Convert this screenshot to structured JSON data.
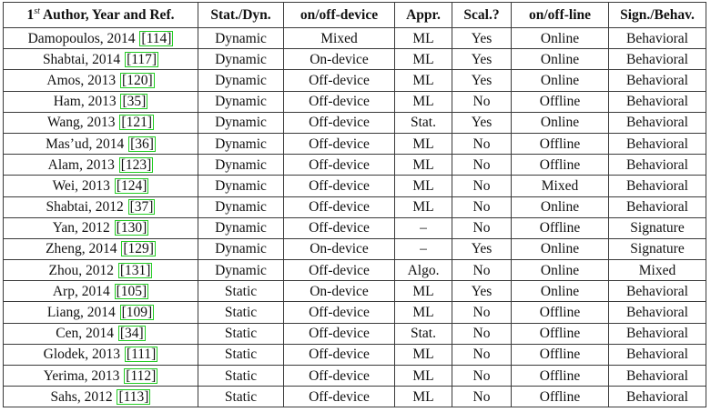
{
  "table": {
    "headers": [
      {
        "sup": "st",
        "pre": "1",
        "text": " Author, Year and Ref."
      },
      {
        "text": "Stat./Dyn."
      },
      {
        "text": "on/off-device"
      },
      {
        "text": "Appr."
      },
      {
        "text": "Scal.?"
      },
      {
        "text": "on/off-line"
      },
      {
        "text": "Sign./Behav."
      }
    ],
    "rows": [
      {
        "author": "Damopoulos, 2014",
        "ref": "[114]",
        "dyn": "Dynamic",
        "device": "Mixed",
        "appr": "ML",
        "scal": "Yes",
        "line": "Online",
        "sign": "Behavioral"
      },
      {
        "author": "Shabtai, 2014",
        "ref": "[117]",
        "dyn": "Dynamic",
        "device": "On-device",
        "appr": "ML",
        "scal": "Yes",
        "line": "Online",
        "sign": "Behavioral"
      },
      {
        "author": "Amos, 2013",
        "ref": "[120]",
        "dyn": "Dynamic",
        "device": "Off-device",
        "appr": "ML",
        "scal": "Yes",
        "line": "Online",
        "sign": "Behavioral"
      },
      {
        "author": "Ham, 2013",
        "ref": "[35]",
        "dyn": "Dynamic",
        "device": "Off-device",
        "appr": "ML",
        "scal": "No",
        "line": "Offline",
        "sign": "Behavioral"
      },
      {
        "author": "Wang, 2013",
        "ref": "[121]",
        "dyn": "Dynamic",
        "device": "Off-device",
        "appr": "Stat.",
        "scal": "Yes",
        "line": "Online",
        "sign": "Behavioral"
      },
      {
        "author": "Mas’ud, 2014",
        "ref": "[36]",
        "dyn": "Dynamic",
        "device": "Off-device",
        "appr": "ML",
        "scal": "No",
        "line": "Offline",
        "sign": "Behavioral"
      },
      {
        "author": "Alam, 2013",
        "ref": "[123]",
        "dyn": "Dynamic",
        "device": "Off-device",
        "appr": "ML",
        "scal": "No",
        "line": "Offline",
        "sign": "Behavioral"
      },
      {
        "author": "Wei, 2013",
        "ref": "[124]",
        "dyn": "Dynamic",
        "device": "Off-device",
        "appr": "ML",
        "scal": "No",
        "line": "Mixed",
        "sign": "Behavioral"
      },
      {
        "author": "Shabtai, 2012",
        "ref": "[37]",
        "dyn": "Dynamic",
        "device": "Off-device",
        "appr": "ML",
        "scal": "No",
        "line": "Online",
        "sign": "Behavioral"
      },
      {
        "author": "Yan, 2012",
        "ref": "[130]",
        "dyn": "Dynamic",
        "device": "Off-device",
        "appr": "–",
        "scal": "No",
        "line": "Offline",
        "sign": "Signature"
      },
      {
        "author": "Zheng, 2014",
        "ref": "[129]",
        "dyn": "Dynamic",
        "device": "On-device",
        "appr": "–",
        "scal": "Yes",
        "line": "Online",
        "sign": "Signature"
      },
      {
        "author": "Zhou, 2012",
        "ref": "[131]",
        "dyn": "Dynamic",
        "device": "Off-device",
        "appr": "Algo.",
        "scal": "No",
        "line": "Online",
        "sign": "Mixed"
      },
      {
        "author": "Arp, 2014",
        "ref": "[105]",
        "dyn": "Static",
        "device": "On-device",
        "appr": "ML",
        "scal": "Yes",
        "line": "Online",
        "sign": "Behavioral"
      },
      {
        "author": "Liang, 2014",
        "ref": "[109]",
        "dyn": "Static",
        "device": "Off-device",
        "appr": "ML",
        "scal": "No",
        "line": "Offline",
        "sign": "Behavioral"
      },
      {
        "author": "Cen, 2014",
        "ref": "[34]",
        "dyn": "Static",
        "device": "Off-device",
        "appr": "Stat.",
        "scal": "No",
        "line": "Offline",
        "sign": "Behavioral"
      },
      {
        "author": "Glodek, 2013",
        "ref": "[111]",
        "dyn": "Static",
        "device": "Off-device",
        "appr": "ML",
        "scal": "No",
        "line": "Offline",
        "sign": "Behavioral"
      },
      {
        "author": "Yerima, 2013",
        "ref": "[112]",
        "dyn": "Static",
        "device": "Off-device",
        "appr": "ML",
        "scal": "No",
        "line": "Offline",
        "sign": "Behavioral"
      },
      {
        "author": "Sahs, 2012",
        "ref": "[113]",
        "dyn": "Static",
        "device": "Off-device",
        "appr": "ML",
        "scal": "No",
        "line": "Offline",
        "sign": "Behavioral"
      }
    ]
  }
}
